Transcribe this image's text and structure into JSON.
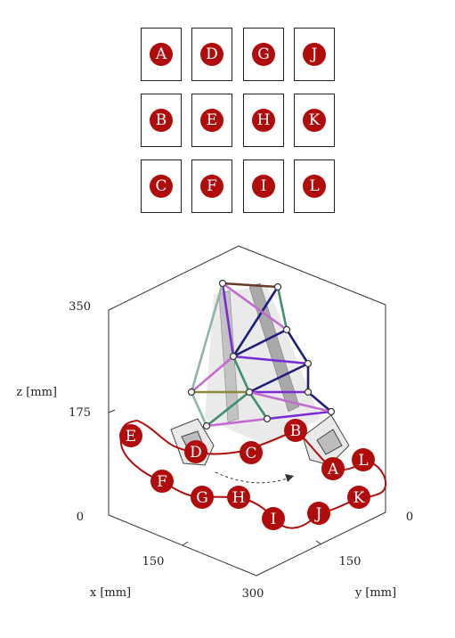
{
  "panel_grid": [
    [
      "A",
      "D",
      "G",
      "J"
    ],
    [
      "B",
      "E",
      "H",
      "K"
    ],
    [
      "C",
      "F",
      "I",
      "L"
    ]
  ],
  "axes": {
    "z_label": "z [mm]",
    "x_label": "x [mm]",
    "y_label": "y [mm]",
    "z_ticks": [
      "350",
      "175",
      "0"
    ],
    "x_ticks": [
      "150",
      "300"
    ],
    "y_ticks": [
      "0",
      "150"
    ]
  },
  "trajectory_waypoints": [
    "E",
    "D",
    "C",
    "B",
    "A",
    "L",
    "K",
    "J",
    "I",
    "H",
    "G",
    "F"
  ],
  "colors": {
    "waypoint": "#b00c0c",
    "path": "#b00c0c",
    "frame": "#333333",
    "struts": [
      "#7b2bd6",
      "#1f1f7a",
      "#3f8f6f",
      "#c46bd0",
      "#8a8a3a",
      "#6a3a2a"
    ]
  }
}
